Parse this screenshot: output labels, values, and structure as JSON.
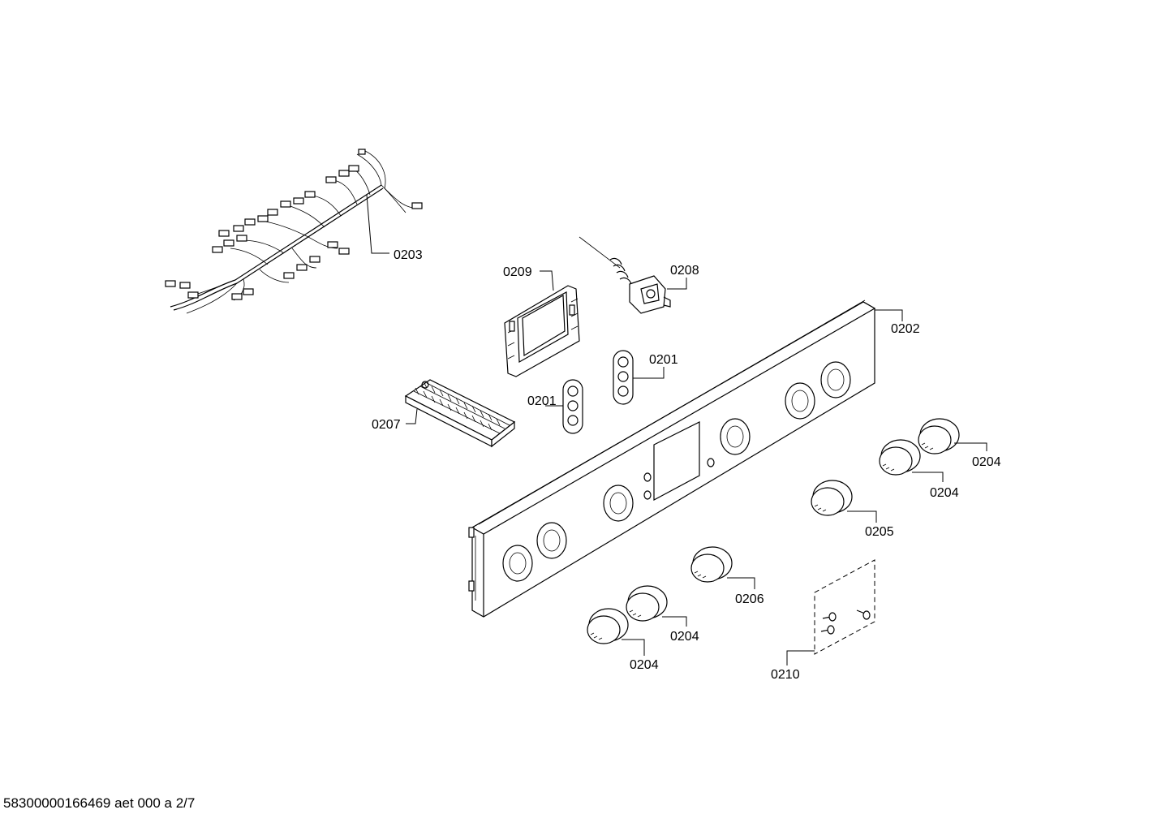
{
  "diagram": {
    "labels": {
      "l0203": "0203",
      "l0209": "0209",
      "l0208": "0208",
      "l0202": "0202",
      "l0201a": "0201",
      "l0201b": "0201",
      "l0207": "0207",
      "l0204a": "0204",
      "l0204b": "0204",
      "l0205": "0205",
      "l0206": "0206",
      "l0204c": "0204",
      "l0204d": "0204",
      "l0210": "0210"
    }
  },
  "footer": {
    "doc_id": "58300000166469 aet 000 a 2/7"
  }
}
